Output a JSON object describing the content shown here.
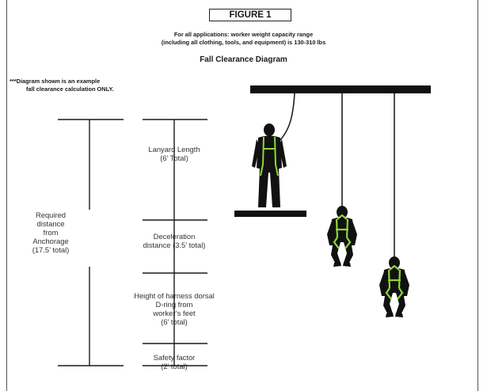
{
  "header": {
    "figure_label": "FIGURE 1",
    "capacity_line1": "For all applications: worker weight capacity range",
    "capacity_line2": "(including all clothing, tools, and equipment) is 130-310 lbs",
    "title": "Fall Clearance Diagram"
  },
  "note": {
    "line1": "***Diagram shown is an example",
    "line2": "fall clearance calculation ONLY."
  },
  "measurements": {
    "total": {
      "lines": [
        "Required",
        "distance",
        "from",
        "Anchorage",
        "(17.5’ total)"
      ],
      "value_ft": 17.5
    },
    "segments": [
      {
        "lines": [
          "Lanyard Length",
          "(6’ Total)"
        ],
        "value_ft": 6
      },
      {
        "lines": [
          "Deceleration",
          "distance (3.5’ total)"
        ],
        "value_ft": 3.5
      },
      {
        "lines": [
          "Height of harness dorsal",
          "D-ring from",
          "worker’s feet",
          "(6’ total)"
        ],
        "value_ft": 6
      },
      {
        "lines": [
          "Safety factor",
          "(2’ total)"
        ],
        "value_ft": 2
      }
    ]
  },
  "colors": {
    "ink": "#111111",
    "harness": "#8fd63a"
  }
}
